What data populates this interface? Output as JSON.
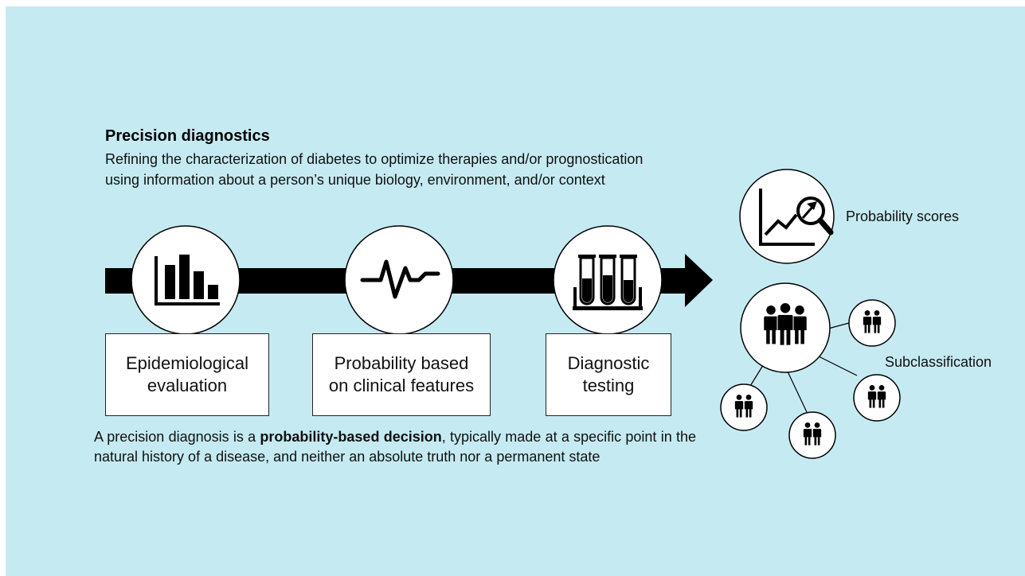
{
  "header": {
    "title": "Precision diagnostics",
    "subtitle": "Refining the characterization of diabetes to optimize therapies and/or prognostication using information about a person’s unique biology, environment, and/or context"
  },
  "steps": [
    {
      "label_line1": "Epidemiological",
      "label_line2": "evaluation",
      "icon": "bar-chart-icon"
    },
    {
      "label_line1": "Probability based",
      "label_line2": "on clinical features",
      "icon": "pulse-waveform-icon"
    },
    {
      "label_line1": "Diagnostic",
      "label_line2": "testing",
      "icon": "test-tubes-icon"
    }
  ],
  "caption": {
    "before": "A precision diagnosis is a ",
    "bold": "probability-based decision",
    "after": ", typically made at a specific point in the natural history of a disease, and neither an absolute truth nor a permanent state"
  },
  "outputs": {
    "probability_scores": {
      "label": "Probability scores",
      "icon": "trend-magnifier-icon"
    },
    "subclassification": {
      "label": "Subclassification",
      "icon": "people-group-icon"
    }
  },
  "colors": {
    "background": "#c5eaf2",
    "arrow": "#000000",
    "circle_fill": "#ffffff"
  }
}
